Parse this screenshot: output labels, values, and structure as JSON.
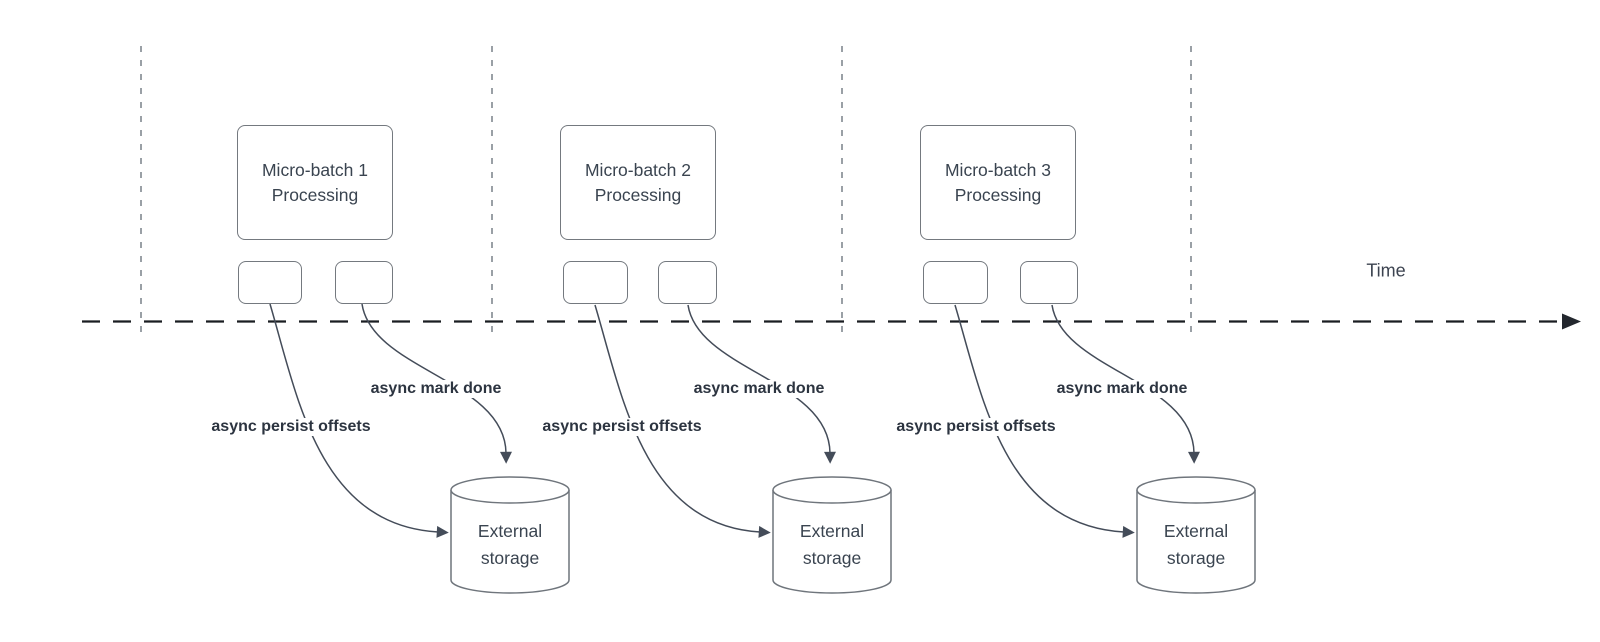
{
  "diagram": {
    "time_label": "Time",
    "sections": [
      {
        "process_line1": "Micro-batch 1",
        "process_line2": "Processing",
        "persist_label": "async persist offsets",
        "mark_done_label": "async mark done",
        "storage_line1": "External",
        "storage_line2": "storage"
      },
      {
        "process_line1": "Micro-batch 2",
        "process_line2": "Processing",
        "persist_label": "async persist offsets",
        "mark_done_label": "async mark done",
        "storage_line1": "External",
        "storage_line2": "storage"
      },
      {
        "process_line1": "Micro-batch 3",
        "process_line2": "Processing",
        "persist_label": "async persist offsets",
        "mark_done_label": "async mark done",
        "storage_line1": "External",
        "storage_line2": "storage"
      }
    ],
    "colors": {
      "box_stroke": "#74797f",
      "arrow_stroke": "#444c59",
      "timeline_stroke": "#1a1d22",
      "guide_stroke": "#9aa0a6",
      "text": "#3a4450",
      "edge_label_text": "#2c3440"
    }
  }
}
